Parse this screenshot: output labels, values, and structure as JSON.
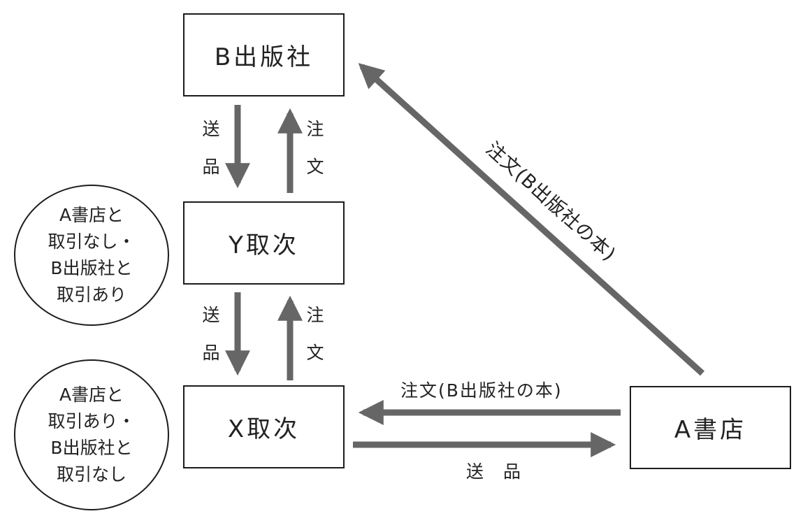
{
  "nodes": {
    "b_publisher": "B出版社",
    "y_distributor": "Y取次",
    "x_distributor": "X取次",
    "a_bookstore": "A書店"
  },
  "notes": {
    "y_note": [
      "A書店と",
      "取引なし・",
      "B出版社と",
      "取引あり"
    ],
    "x_note": [
      "A書店と",
      "取引あり・",
      "B出版社と",
      "取引なし"
    ]
  },
  "labels": {
    "ship": [
      "送",
      "品"
    ],
    "order": [
      "注",
      "文"
    ],
    "order_b_book": "注文(B出版社の本)",
    "ship_h": "送 品"
  },
  "colors": {
    "arrow": "#666666",
    "border": "#1c1c1c"
  }
}
